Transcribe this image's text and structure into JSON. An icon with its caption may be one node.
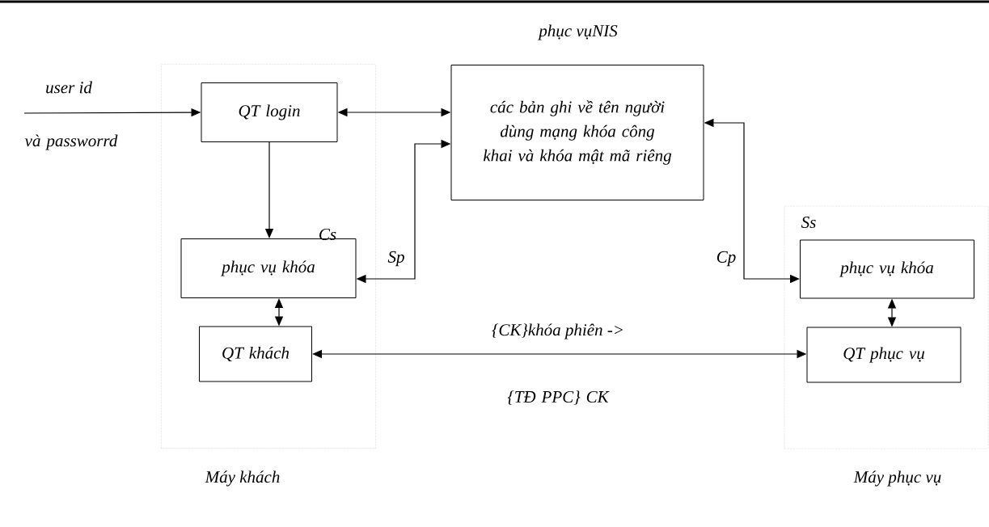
{
  "diagram": {
    "nodes": [
      {
        "text": [],
        "shape": "box",
        "beside": [
          "Máy khách"
        ]
      },
      {
        "text": [],
        "shape": "box",
        "beside": [
          "Máy phục vụ"
        ]
      },
      {
        "text": [
          "QT login"
        ],
        "in": 0
      },
      {
        "text": [
          "phục vụNIS",
          "các bản ghi về tên người dùng mạng khóa công khai và khóa mật mã riêng"
        ]
      },
      {
        "text": [
          "phục vụ khóa"
        ],
        "in": 0,
        "beside": [
          "Cs"
        ]
      },
      {
        "text": [
          "QT khách"
        ],
        "in": 0
      },
      {
        "text": [
          "phục vụ khóa"
        ],
        "in": 1,
        "beside": [
          "Ss"
        ]
      },
      {
        "text": [
          "QT phục vụ"
        ],
        "in": 1
      }
    ],
    "edges": [
      {
        "from": null,
        "to": 2,
        "arrow": "to",
        "label": "user id"
      },
      {
        "from": 2,
        "to": 3,
        "arrow": "both"
      },
      {
        "from": 2,
        "to": 4,
        "arrow": "to"
      },
      {
        "from": 4,
        "to": 3,
        "arrow": "both",
        "label": "Sp"
      },
      {
        "from": 3,
        "to": 6,
        "arrow": "both",
        "label": "Cp"
      },
      {
        "from": 4,
        "to": 5,
        "arrow": "both"
      },
      {
        "from": 6,
        "to": 7,
        "arrow": "both"
      },
      {
        "from": 5,
        "to": 7,
        "arrow": "both",
        "label": "{CK}khóa phiên ->"
      }
    ],
    "labels": [
      "và passworrd",
      "{TĐ PPC} CK"
    ]
  }
}
